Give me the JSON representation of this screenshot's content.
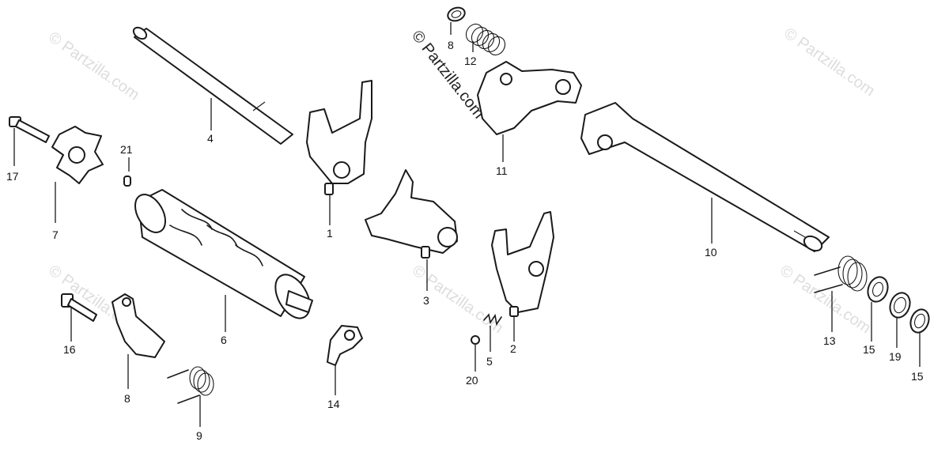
{
  "watermark": {
    "text": "© Partzilla.com"
  },
  "callouts": {
    "c1": "1",
    "c2": "2",
    "c3": "3",
    "c4": "4",
    "c5": "5",
    "c6": "6",
    "c7": "7",
    "c8a": "8",
    "c8b": "8",
    "c9": "9",
    "c10": "10",
    "c11": "11",
    "c12": "12",
    "c13": "13",
    "c14": "14",
    "c15a": "15",
    "c15b": "15",
    "c16": "16",
    "c17": "17",
    "c19": "19",
    "c20": "20",
    "c21": "21"
  },
  "colors": {
    "ink": "#1a1a1a",
    "watermark": "#cfcfcf",
    "background": "#ffffff"
  }
}
